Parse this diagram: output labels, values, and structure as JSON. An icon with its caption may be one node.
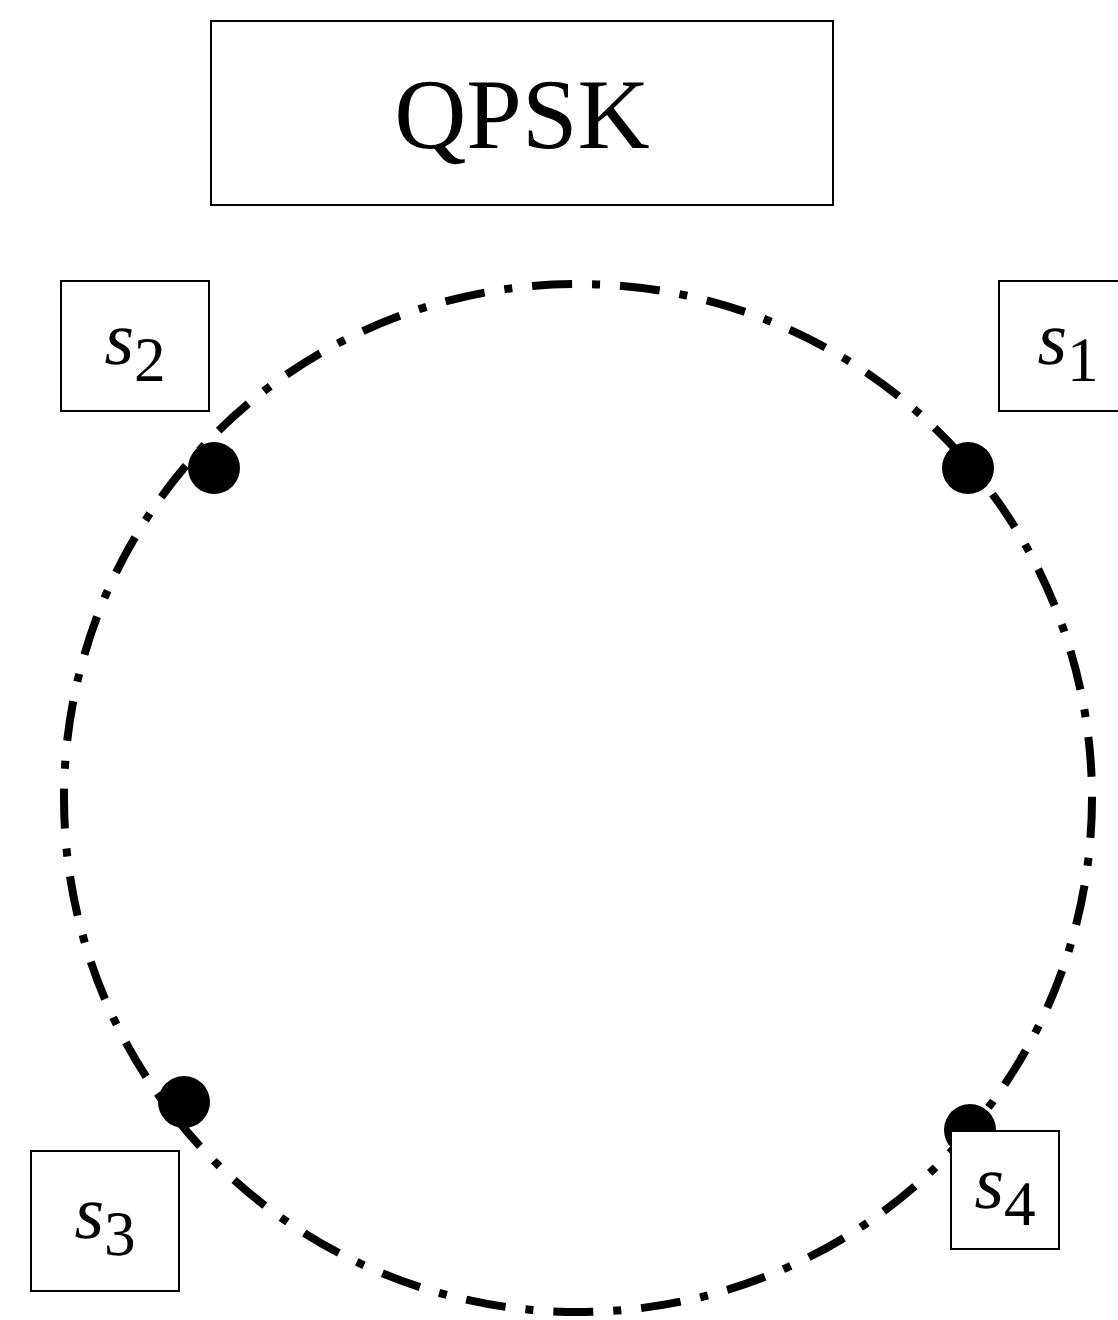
{
  "diagram": {
    "nodes": [
      {
        "text": [
          "QPSK"
        ]
      },
      {
        "text": [
          "*s*$_{2}$"
        ]
      },
      {
        "text": [
          "*s*$_{1}$"
        ]
      },
      {
        "text": [
          "*s*$_{3}$"
        ]
      },
      {
        "text": [
          "*s*$_{4}$"
        ]
      }
    ]
  }
}
